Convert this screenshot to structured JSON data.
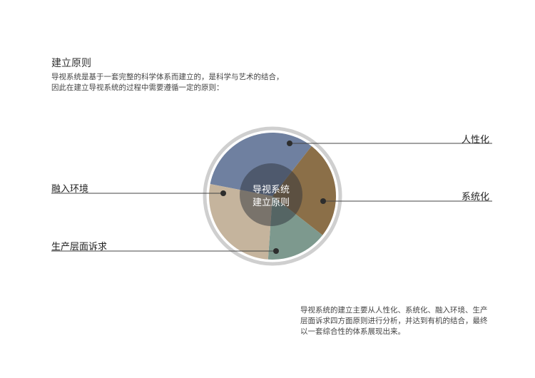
{
  "title": "建立原则",
  "intro": [
    "导视系统是基于一套完整的科学体系而建立的，是科学与艺术的结合，",
    "因此在建立导视系统的过程中需要遵循一定的原则："
  ],
  "center": [
    "导视系统",
    "建立原则"
  ],
  "segments": [
    {
      "label": "人性化",
      "color": "#6f80a0"
    },
    {
      "label": "系统化",
      "color": "#8b6f48"
    },
    {
      "label": "生产层面诉求",
      "color": "#7d998e"
    },
    {
      "label": "融入环境",
      "color": "#c5b49d"
    }
  ],
  "summary": [
    "导视系统的建立主要从人性化、系统化、融入环境、生产",
    "层面诉求四方面原则进行分析，并达到有机的结合，最终",
    "以一套综合性的体系展现出来。"
  ]
}
